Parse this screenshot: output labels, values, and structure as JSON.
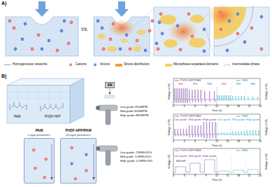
{
  "diagram": {
    "nodes": [
      {
        "text": [
          "3N"
        ]
      },
      {
        "text": [
          "PAM",
          "n-type piezoionics"
        ]
      },
      {
        "text": [
          "PVDF-HFP/PAM",
          "p/n-type piezoionics"
        ]
      }
    ],
    "labels": [
      "A)",
      "Vs.",
      "B)",
      "PAM",
      "PVDF-HFP",
      "Low grade:2500RPM",
      "Mid grade:3000RPM",
      "High grade:3800RPM",
      "Low grade: 2.8HW±20%",
      "Mid grade: 3.6HW±20%",
      "High grade: 4.0HW±20%",
      "PVDF-HFP/PAM",
      "PAM",
      "Voltage (mV)",
      "Voltage (mV)",
      "5Hz",
      "3Hz",
      "1Hz",
      "5Hz",
      "3Hz",
      "1Hz",
      "Time (s)",
      "0",
      "3",
      "6",
      "9",
      "12",
      "15",
      "18",
      "21",
      "24",
      "PVDF-HFP/PAM",
      "PAM",
      "Voltage (mV)",
      "Voltage (mV)",
      "Low grade",
      "Mid grade",
      "High grade",
      "Low grade",
      "Mid grade",
      "High grade",
      "Time (s)",
      "0",
      "3",
      "6",
      "9",
      "12",
      "15",
      "18",
      "21",
      "24",
      "PVDF-HFP/PAM",
      "PAM",
      "Voltage (V)",
      "Voltage (mV)",
      "600 mV",
      "Low grade",
      "Mid grade",
      "High grade",
      "Time (s)",
      "0",
      "3",
      "6",
      "9",
      "12",
      "15",
      "18",
      "21",
      "24"
    ],
    "legend": [
      {
        "text": "Homogeneous networks"
      },
      {
        "text": "Cations"
      },
      {
        "text": "Anions"
      },
      {
        "text": "Stress distribution",
        "color": "#f39a4a"
      },
      {
        "text": "Microphase-separated domains",
        "color": "#f2cf6b"
      },
      {
        "text": "Intermediate phase"
      }
    ]
  }
}
